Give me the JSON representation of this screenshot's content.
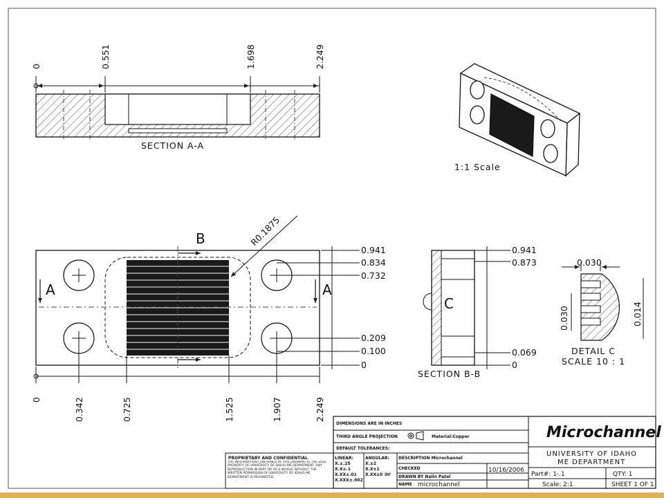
{
  "section_a": {
    "caption": "SECTION A-A",
    "dims": [
      "0",
      "0.551",
      "1.698",
      "2.249"
    ]
  },
  "iso_view": {
    "caption": "1:1 Scale"
  },
  "front_view": {
    "marker_b": "B",
    "marker_a_left": "A",
    "marker_a_right": "A",
    "radius_label": "R0.1875",
    "x_dims": [
      "0",
      "0.342",
      "0.725",
      "1.525",
      "1.907",
      "2.249"
    ],
    "y_dims": [
      "0.941",
      "0.834",
      "0.732",
      "0.209",
      "0.100",
      "0"
    ]
  },
  "section_b": {
    "caption": "SECTION B-B",
    "detail_marker": "C",
    "dims": [
      "0.941",
      "0.873",
      "0.069",
      "0"
    ]
  },
  "detail_c": {
    "caption": "DETAIL C",
    "scale": "SCALE 10 : 1",
    "dim_top": "0.030",
    "dim_left": "0.030",
    "dim_right": "0.014"
  },
  "title_block": {
    "dimensions_note": "DIMENSIONS ARE IN INCHES",
    "projection_label": "THIRD ANGLE PROJECTION",
    "material": "Material:Copper",
    "tolerances_header": "DEFAULT TOLERANCES:",
    "linear_label": "LINEAR:",
    "linear_values": [
      "X.±.25",
      "X.X±.1",
      "X.XX±.01",
      "X.XXX±.002"
    ],
    "angular_label": "ANGULAR:",
    "angular_values": [
      "X.±2",
      "X.X±1",
      "X.XX±0 30'"
    ],
    "description": "DESCRIPTION Microchannel",
    "checked": "CHECKED",
    "drawn_by": "DRAWN BY Nalin Patel",
    "name_label": "NAME",
    "part_name": "microchannel",
    "date": "10/16/2006",
    "proprietary_title": "PROPRIETARY AND CONFIDENTIAL",
    "proprietary_body": "THE INFORMATION CONTAINED IN THIS DRAWING IS THE SOLE PROPERTY OF UNIVERSITY OF IDAHO ME DEPARTMENT. ANY REPRODUCTION IN PART OR AS A WHOLE WITHOUT THE WRITTEN PERMISSION OF UNIVERSITY OF IDAHO ME DEPARTMENT IS PROHIBITED.",
    "title": "Microchannel",
    "university": "UNIVERSITY OF IDAHO",
    "department": "ME DEPARTMENT",
    "part_no": "Part#: 1-.1",
    "qty": "QTY: 1",
    "scale": "Scale: 2:1",
    "sheet": "SHEET 1 OF 1"
  }
}
